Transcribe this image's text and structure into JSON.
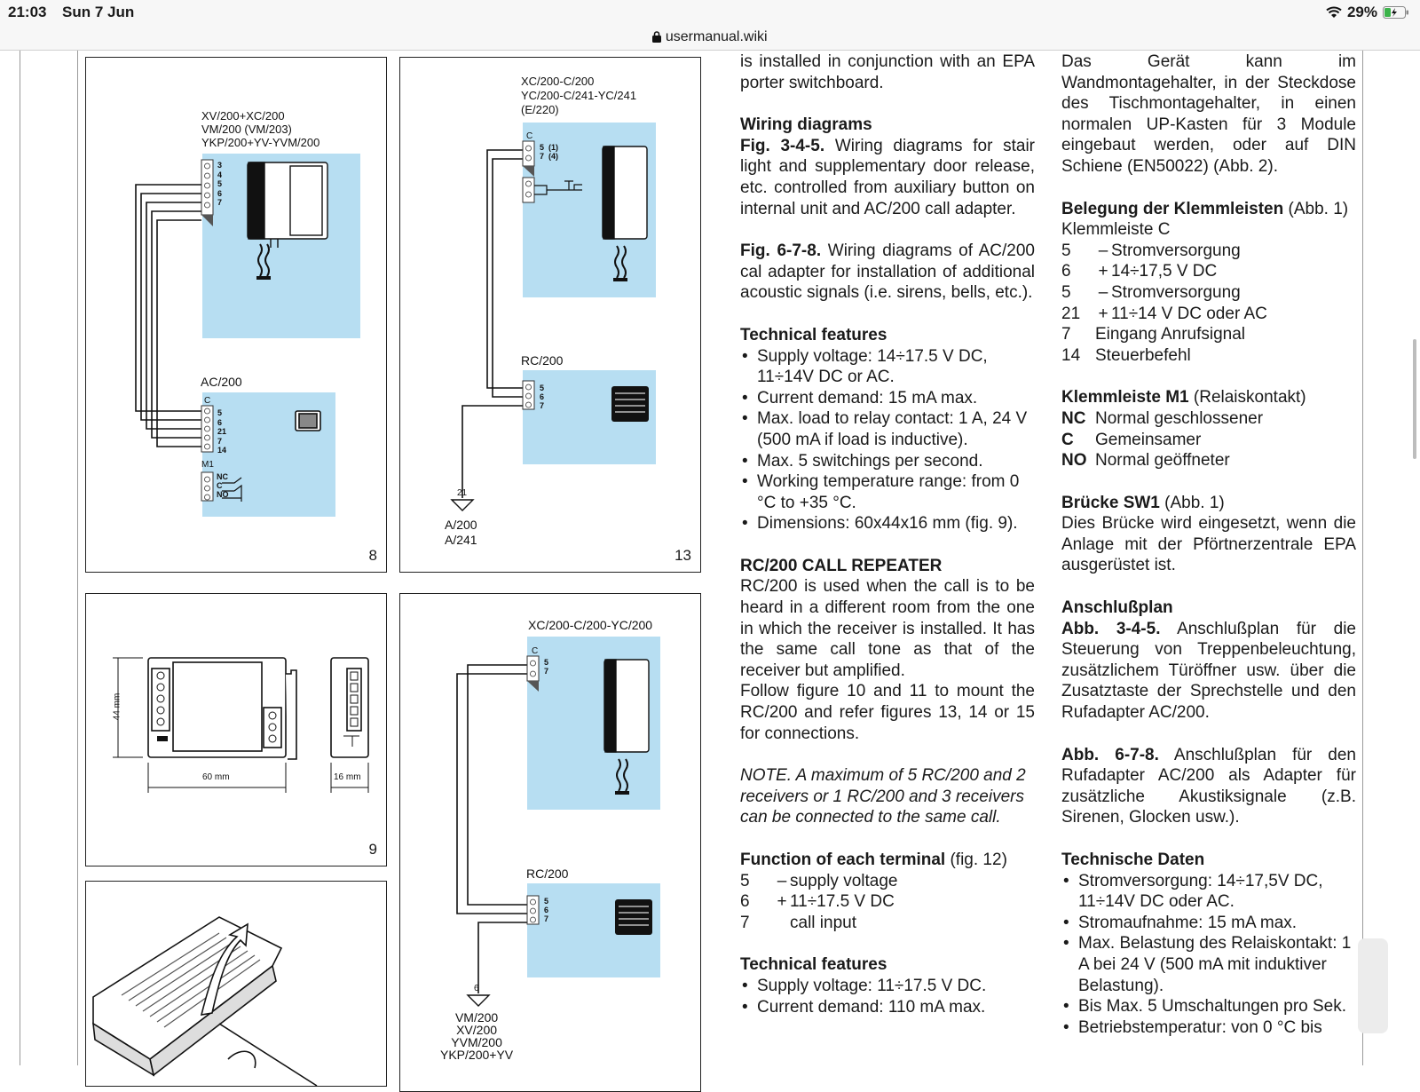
{
  "status": {
    "time": "21:03",
    "date": "Sun 7 Jun",
    "battery": "29%"
  },
  "browser": {
    "url": "usermanual.wiki"
  },
  "figures": {
    "f8": {
      "num": "8",
      "models": [
        "XV/200+XC/200",
        "VM/200 (VM/203)",
        "YKP/200+YV-YVM/200"
      ],
      "term1": "3\n4\n5\n6\n7",
      "ac_title": "AC/200",
      "ac_c": "C",
      "ac_terms": "5\n6\n21\n7\n14",
      "m1": "M1",
      "m1_terms": "NC\nC\nNO"
    },
    "f13": {
      "num": "13",
      "models": [
        "XC/200-C/200",
        "YC/200-C/241-YC/241",
        "(E/220)"
      ],
      "c": "C",
      "t1": "5  (1)\n7  (4)",
      "rc": "RC/200",
      "rct": "5\n6\n7",
      "ground": "21",
      "out": "A/200\nA/241"
    },
    "f9": {
      "num": "9",
      "h": "44 mm",
      "w": "60 mm",
      "d": "16 mm"
    },
    "f14": {
      "models": "XC/200-C/200-YC/200",
      "c": "C",
      "t1": "5\n7",
      "rc": "RC/200",
      "rct": "5\n6\n7",
      "ground": "6",
      "out": "VM/200\nXV/200\nYVM/200\nYKP/200+YV"
    }
  },
  "english": {
    "intro": "is installed in conjunction with an EPA porter switchboard.",
    "wiring_title": "Wiring diagrams",
    "wiring_fig1": "Fig. 3-4-5.",
    "wiring_text1": " Wiring diagrams for stair light and supplementary door release, etc. controlled from auxiliary button on internal unit and AC/200 call adapter.",
    "wiring_fig2": "Fig. 6-7-8.",
    "wiring_text2": " Wiring diagrams of AC/200 cal adapter for installation of additional acoustic signals (i.e. sirens, bells, etc.).",
    "tech_title": "Technical features",
    "tech_items": [
      "Supply voltage: 14÷17.5 V DC, 11÷14V DC or AC.",
      "Current demand: 15 mA max.",
      "Max. load to relay contact: 1 A, 24 V (500 mA if load is inductive).",
      "Max. 5 switchings per second.",
      "Working temperature range: from 0 °C to +35 °C.",
      "Dimensions: 60x44x16 mm (fig. 9)."
    ],
    "rc_title": "RC/200 CALL REPEATER",
    "rc_text1": "RC/200 is used when the call is to be heard in a different room from the one in which the receiver is installed. It has the same call tone as that of the receiver but amplified.",
    "rc_text2": "Follow figure 10 and 11 to mount the RC/200 and refer figures 13, 14 or 15 for connections.",
    "note": "NOTE. A maximum of 5 RC/200 and 2 receivers or 1 RC/200 and 3 receivers can be connected to the same call.",
    "func_title": "Function of each terminal",
    "func_ref": " (fig. 12)",
    "func_rows": [
      {
        "n": "5",
        "s": "–",
        "t": "supply voltage"
      },
      {
        "n": "6",
        "s": "+",
        "t": "11÷17.5 V DC"
      },
      {
        "n": "7",
        "s": "",
        "t": "call input"
      }
    ],
    "tech2_title": "Technical features",
    "tech2_items": [
      "Supply voltage: 11÷17.5 V DC.",
      "Current demand: 110 mA max."
    ]
  },
  "german": {
    "intro": "Das Gerät kann im Wandmontagehalter, in der Steckdose des Tischmontagehalter, in einen normalen UP-Kasten für 3 Module eingebaut werden, oder auf DIN Schiene (EN50022) (Abb. 2).",
    "beleg_title": "Belegung der Klemmleisten",
    "beleg_ref": " (Abb. 1)",
    "klemmC": "Klemmleiste C",
    "c_rows": [
      {
        "n": "5",
        "s": "–",
        "t": "Stromversorgung"
      },
      {
        "n": "6",
        "s": "+",
        "t": "14÷17,5 V DC"
      },
      {
        "n": "5",
        "s": "–",
        "t": "Stromversorgung"
      },
      {
        "n": "21",
        "s": "+",
        "t": "11÷14 V DC oder AC"
      },
      {
        "n": "7",
        "s": "",
        "t": "Eingang Anrufsignal"
      },
      {
        "n": "14",
        "s": "",
        "t": "Steuerbefehl"
      }
    ],
    "m1_title": "Klemmleiste M1",
    "m1_ref": " (Relaiskontakt)",
    "m1_rows": [
      {
        "n": "NC",
        "t": "Normal geschlossener"
      },
      {
        "n": "C",
        "t": "Gemeinsamer"
      },
      {
        "n": "NO",
        "t": "Normal geöffneter"
      }
    ],
    "sw1_title": "Brücke SW1",
    "sw1_ref": " (Abb. 1)",
    "sw1_text": "Dies Brücke wird eingesetzt, wenn die Anlage mit der Pförtnerzentrale EPA ausgerüstet ist.",
    "plan_title": "Anschlußplan",
    "plan_fig1": "Abb. 3-4-5.",
    "plan_text1": " Anschlußplan für die Steuerung von Treppenbeleuchtung, zusätzlichem Türöffner usw. über die Zusatztaste der Sprechstelle und den Rufadapter AC/200.",
    "plan_fig2": "Abb. 6-7-8.",
    "plan_text2": " Anschlußplan für den Rufadapter AC/200 als Adapter für zusätzliche Akustiksignale (z.B. Sirenen, Glocken usw.).",
    "tech_title": "Technische Daten",
    "tech_items": [
      "Stromversorgung: 14÷17,5V DC, 11÷14V DC oder AC.",
      "Stromaufnahme: 15 mA max.",
      "Max. Belastung des Relaiskontakt: 1 A bei 24 V (500 mA mit induktiver Belastung).",
      "Bis Max. 5 Umschaltungen pro Sek.",
      "Betriebstemperatur: von 0 °C bis"
    ]
  }
}
